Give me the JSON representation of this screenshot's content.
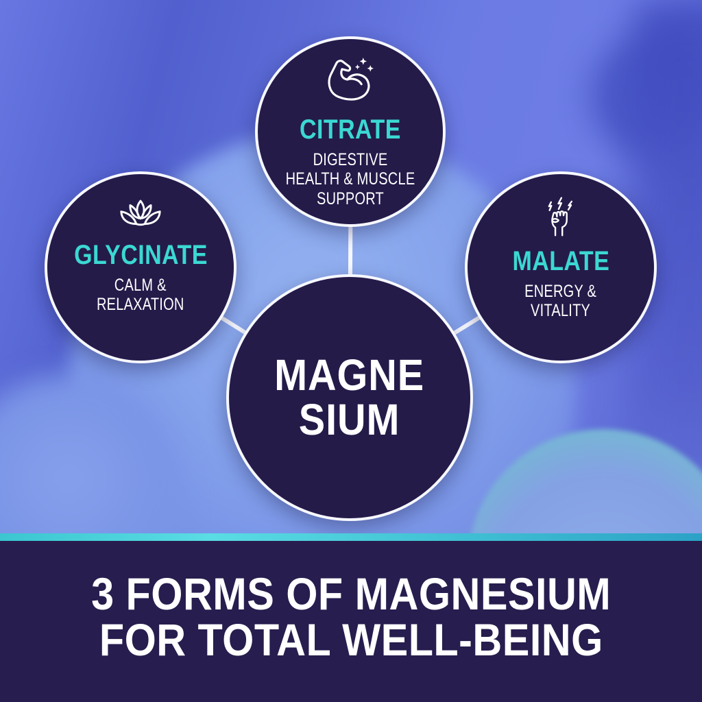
{
  "diagram": {
    "center_node": {
      "title": "MAGNESIUM",
      "title_lines": [
        "MAGNE",
        "SIUM"
      ]
    },
    "nodes": [
      {
        "id": "citrate",
        "icon": "bicep-sparkles-icon",
        "title": "CITRATE",
        "description_lines": [
          "DIGESTIVE",
          "HEALTH & MUSCLE",
          "SUPPORT"
        ]
      },
      {
        "id": "glycinate",
        "icon": "lotus-icon",
        "title": "GLYCINATE",
        "description_lines": [
          "CALM &",
          "RELAXATION"
        ]
      },
      {
        "id": "malate",
        "icon": "fist-lightning-icon",
        "title": "MALATE",
        "description_lines": [
          "ENERGY &",
          "VITALITY"
        ]
      }
    ]
  },
  "banner": {
    "line1": "3 FORMS OF MAGNESIUM",
    "line2": "FOR TOTAL WELL-BEING"
  },
  "colors": {
    "accent_cyan": "#3BD8D2",
    "node_fill": "#241B49",
    "node_border": "#F7F8FF",
    "banner_background": "#271D4E",
    "teal_strip": "#45CBD4",
    "background_blue": "#6577E0",
    "text_white": "#FFFFFF"
  }
}
